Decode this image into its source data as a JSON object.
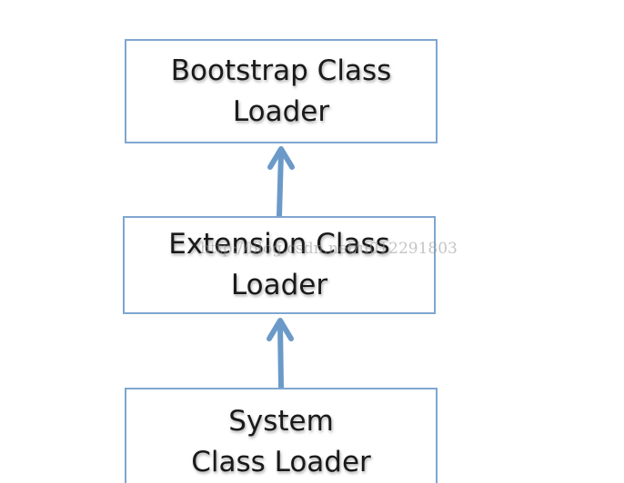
{
  "diagram": {
    "nodes": [
      {
        "id": "bootstrap",
        "lines": [
          "Bootstrap Class",
          "Loader"
        ]
      },
      {
        "id": "extension",
        "lines": [
          "Extension Class",
          "Loader"
        ]
      },
      {
        "id": "system",
        "lines": [
          "System",
          "Class Loader"
        ]
      }
    ],
    "edges": [
      {
        "from": "extension",
        "to": "bootstrap"
      },
      {
        "from": "system",
        "to": "extension"
      }
    ],
    "watermark": "http://blog.csdn.net/u012291803"
  },
  "colors": {
    "border": "#7fa6d0",
    "arrow": "#6b9ac9",
    "text": "#1a1a1a"
  }
}
